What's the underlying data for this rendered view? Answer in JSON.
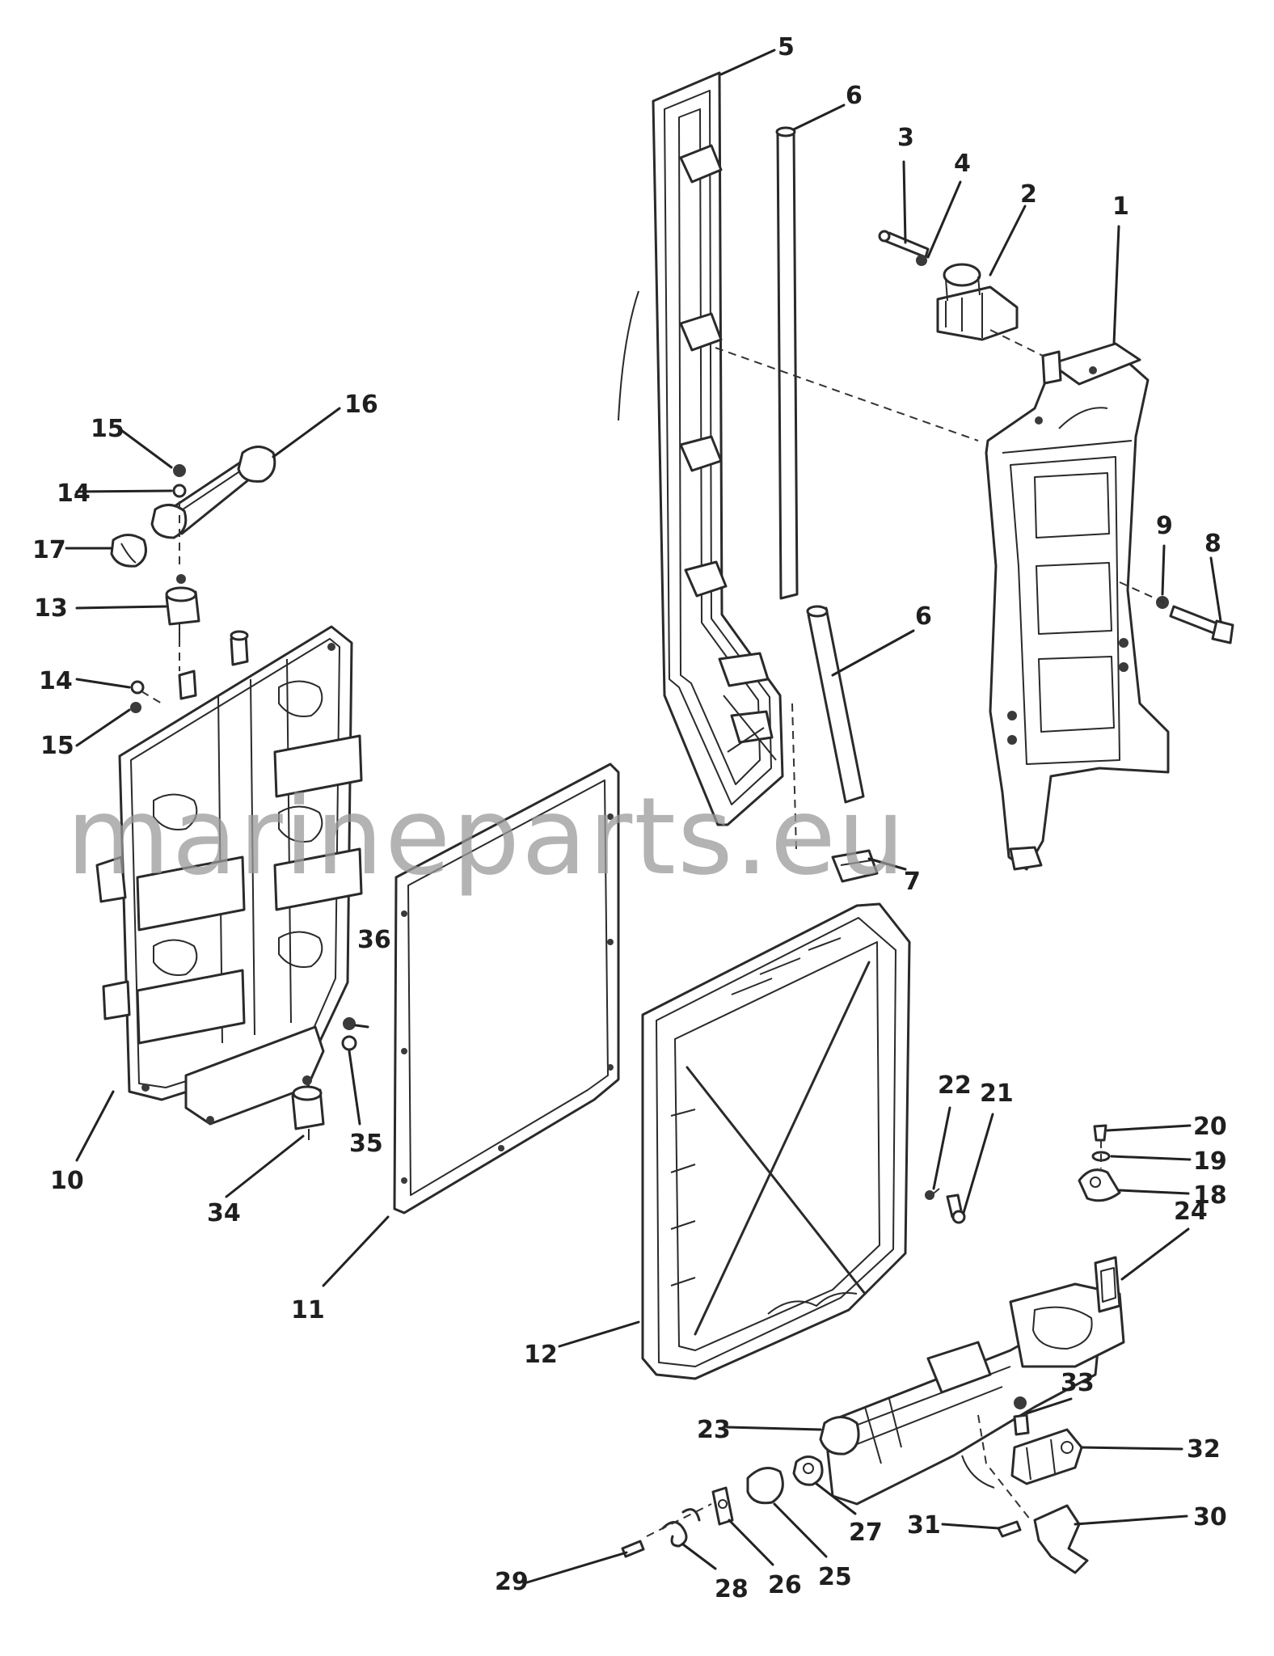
{
  "watermark": "marineparts.eu",
  "callouts": [
    {
      "id": "c1",
      "label": "1"
    },
    {
      "id": "c2",
      "label": "2"
    },
    {
      "id": "c3",
      "label": "3"
    },
    {
      "id": "c4",
      "label": "4"
    },
    {
      "id": "c5",
      "label": "5"
    },
    {
      "id": "c6a",
      "label": "6"
    },
    {
      "id": "c6b",
      "label": "6"
    },
    {
      "id": "c7",
      "label": "7"
    },
    {
      "id": "c8",
      "label": "8"
    },
    {
      "id": "c9",
      "label": "9"
    },
    {
      "id": "c10",
      "label": "10"
    },
    {
      "id": "c11",
      "label": "11"
    },
    {
      "id": "c12",
      "label": "12"
    },
    {
      "id": "c13",
      "label": "13"
    },
    {
      "id": "c14a",
      "label": "14"
    },
    {
      "id": "c14b",
      "label": "14"
    },
    {
      "id": "c15a",
      "label": "15"
    },
    {
      "id": "c15b",
      "label": "15"
    },
    {
      "id": "c16",
      "label": "16"
    },
    {
      "id": "c17",
      "label": "17"
    },
    {
      "id": "c18",
      "label": "18"
    },
    {
      "id": "c19",
      "label": "19"
    },
    {
      "id": "c20",
      "label": "20"
    },
    {
      "id": "c21",
      "label": "21"
    },
    {
      "id": "c22",
      "label": "22"
    },
    {
      "id": "c23",
      "label": "23"
    },
    {
      "id": "c24",
      "label": "24"
    },
    {
      "id": "c25",
      "label": "25"
    },
    {
      "id": "c26",
      "label": "26"
    },
    {
      "id": "c27",
      "label": "27"
    },
    {
      "id": "c28",
      "label": "28"
    },
    {
      "id": "c29",
      "label": "29"
    },
    {
      "id": "c30",
      "label": "30"
    },
    {
      "id": "c31",
      "label": "31"
    },
    {
      "id": "c32",
      "label": "32"
    },
    {
      "id": "c33",
      "label": "33"
    },
    {
      "id": "c34",
      "label": "34"
    },
    {
      "id": "c35",
      "label": "35"
    },
    {
      "id": "c36",
      "label": "36"
    }
  ]
}
